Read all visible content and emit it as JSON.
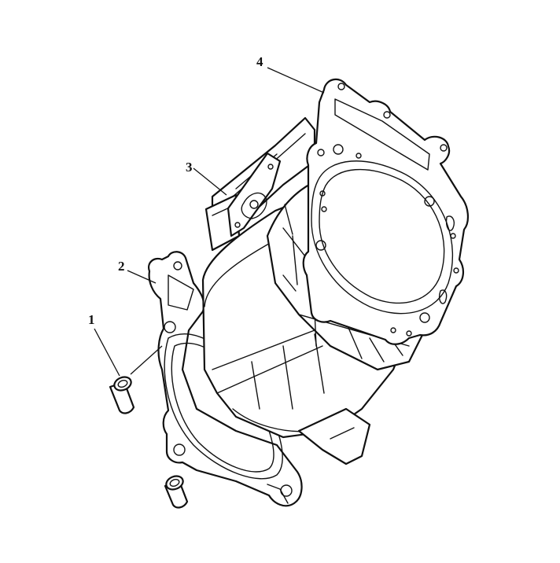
{
  "diagram": {
    "callouts": [
      {
        "id": "1",
        "label": "1"
      },
      {
        "id": "2",
        "label": "2"
      },
      {
        "id": "3",
        "label": "3"
      },
      {
        "id": "4",
        "label": "4"
      }
    ],
    "colors": {
      "line": "#111111",
      "background": "#ffffff"
    }
  }
}
